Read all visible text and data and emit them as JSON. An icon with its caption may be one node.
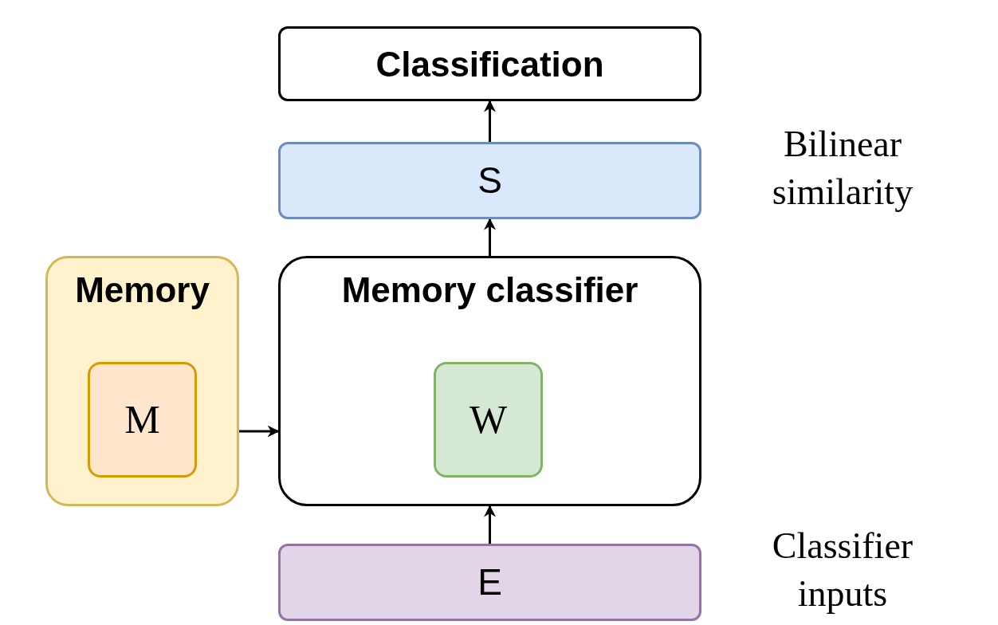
{
  "diagram": {
    "nodes": [
      {
        "text": [
          "Classification"
        ]
      },
      {
        "text": [
          "S"
        ],
        "beside": [
          "Bilinear similarity"
        ]
      },
      {
        "text": [
          "Memory"
        ]
      },
      {
        "text": [
          "M"
        ],
        "in": 2
      },
      {
        "text": [
          "Memory classifier"
        ]
      },
      {
        "text": [
          "W"
        ],
        "in": 4
      },
      {
        "text": [
          "E"
        ],
        "beside": [
          "Classifier inputs"
        ]
      }
    ],
    "edges": [
      {
        "from": 4,
        "to": 1,
        "arrow": "to"
      },
      {
        "from": 1,
        "to": 0,
        "arrow": "to"
      },
      {
        "from": 6,
        "to": 4,
        "arrow": "to"
      },
      {
        "from": 2,
        "to": 4,
        "arrow": "to"
      }
    ]
  }
}
